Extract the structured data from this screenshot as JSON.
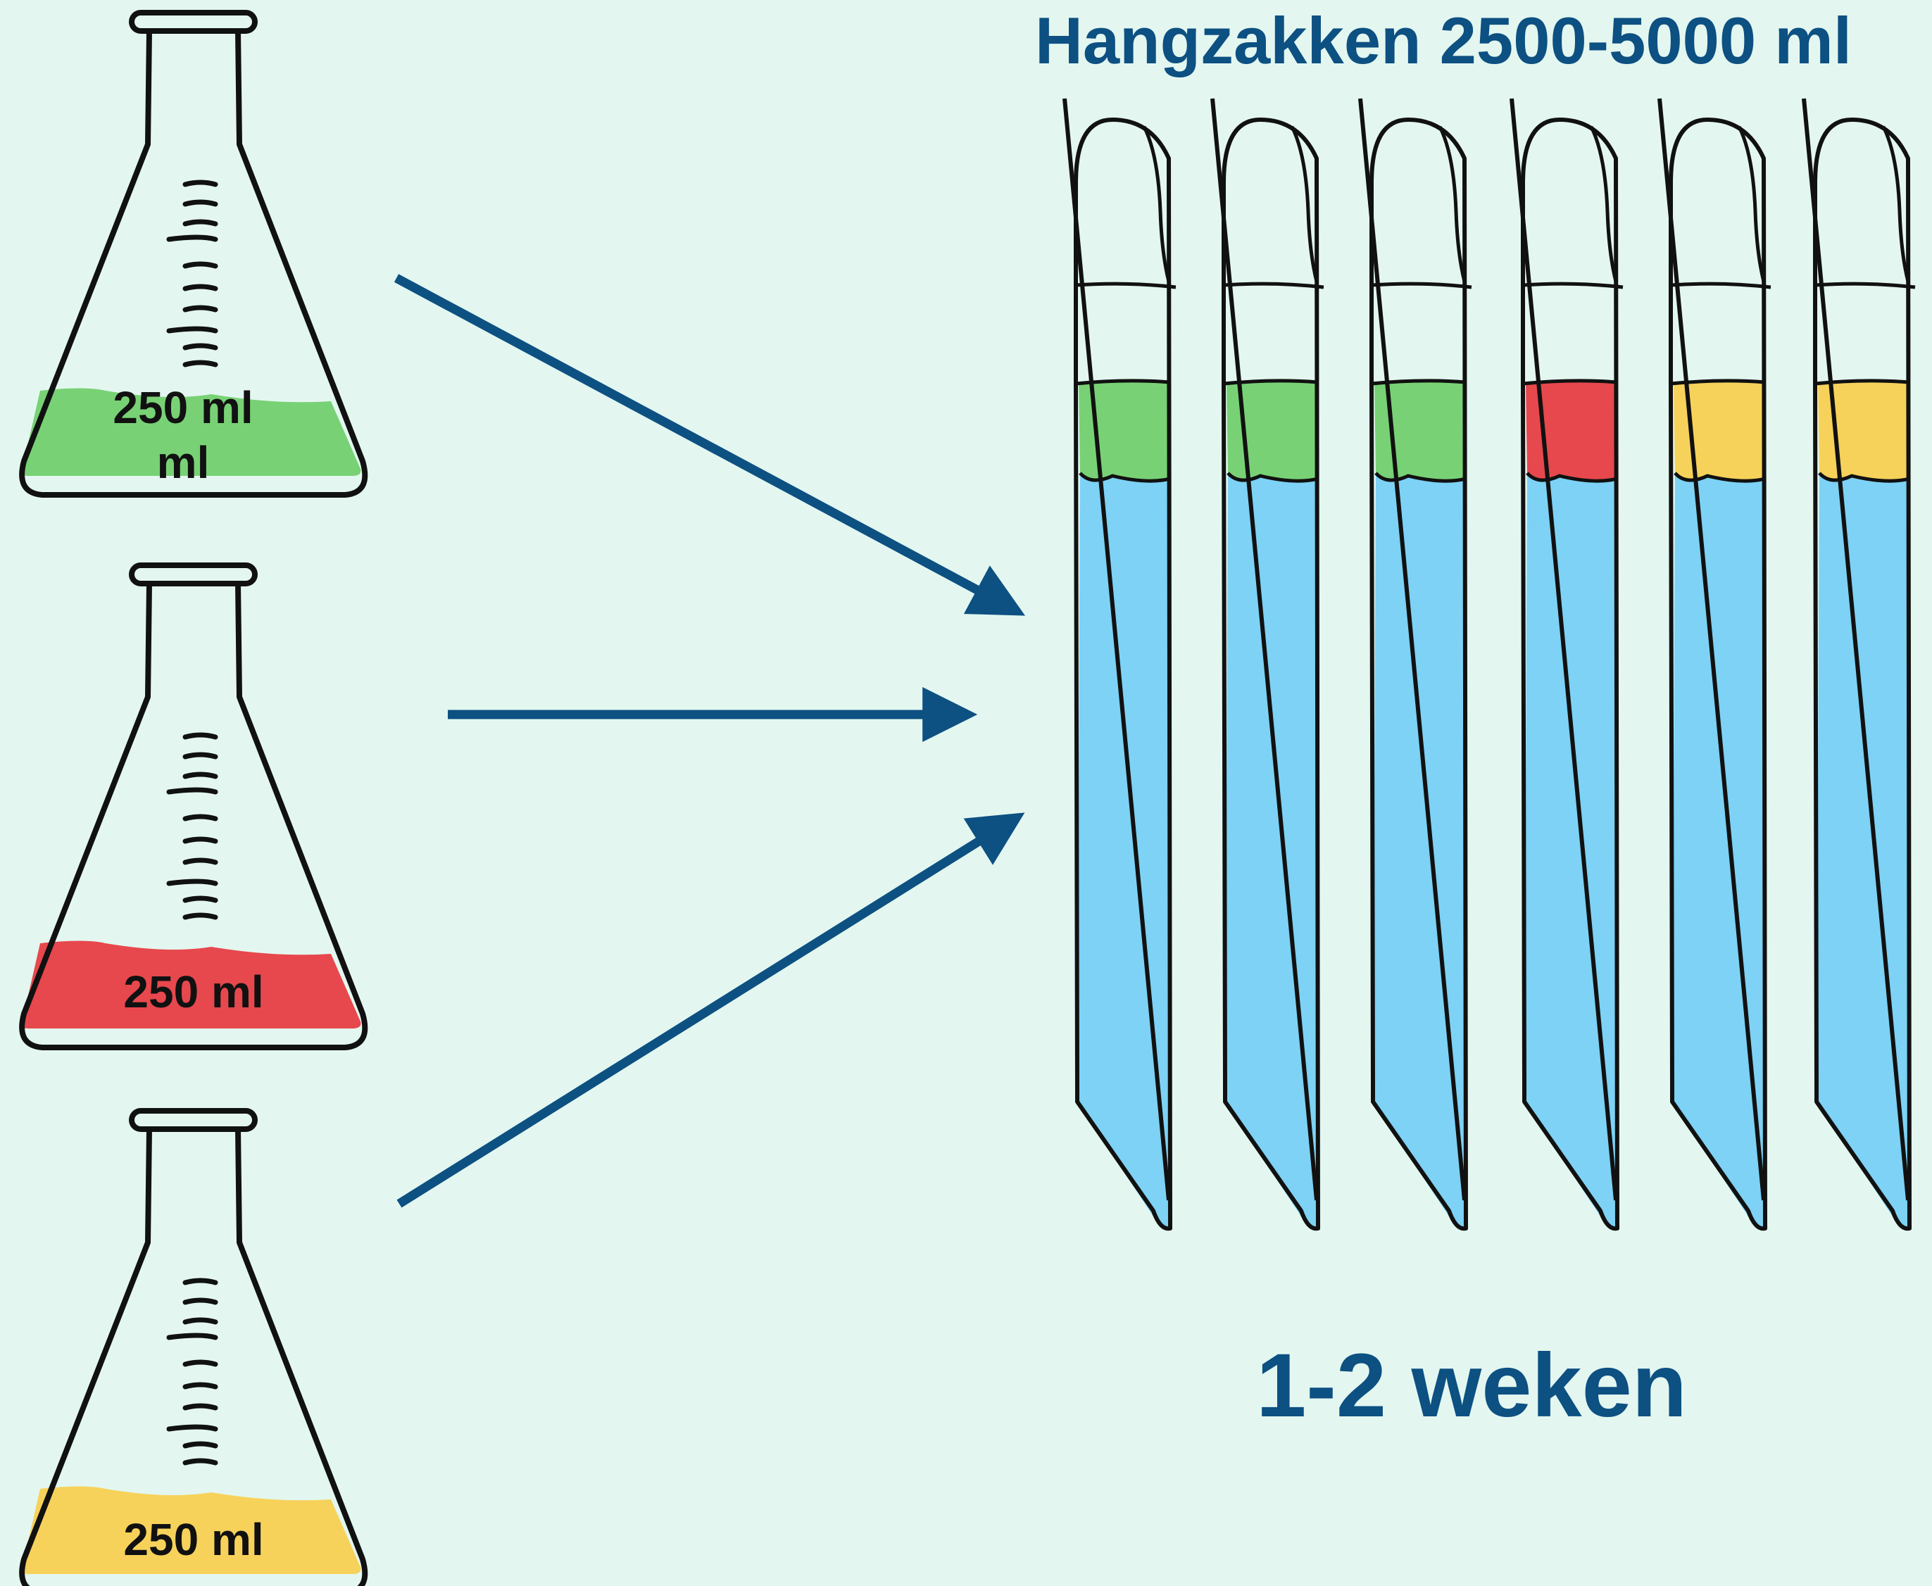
{
  "title": "Hangzakken 2500-5000 ml",
  "duration": "1-2 weken",
  "flasks": [
    {
      "label_line1": "250 ml",
      "label_line2": "ml",
      "liquid_color": "#78d275"
    },
    {
      "label_line1": "250 ml",
      "label_line2": "",
      "liquid_color": "#e7484d"
    },
    {
      "label_line1": "250 ml",
      "label_line2": "",
      "liquid_color": "#f7d25a"
    }
  ],
  "bags": [
    {
      "band_color": "#78d275"
    },
    {
      "band_color": "#78d275"
    },
    {
      "band_color": "#78d275"
    },
    {
      "band_color": "#e7484d"
    },
    {
      "band_color": "#f7d25a"
    },
    {
      "band_color": "#f7d25a"
    }
  ],
  "colors": {
    "background": "#e3f7f0",
    "arrow": "#0d5082",
    "bag_liquid": "#7dd2f5",
    "outline": "#111111"
  }
}
